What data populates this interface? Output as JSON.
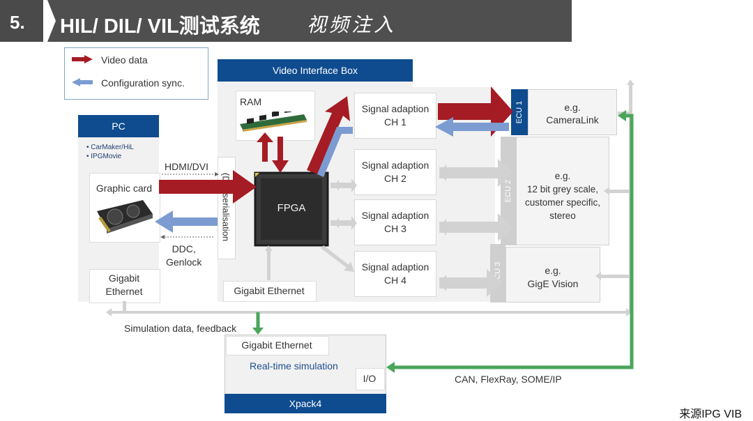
{
  "header": {
    "number": "5.",
    "title": "HIL/ DIL/ VIL测试系统",
    "subtitle": "视频注入"
  },
  "legend": {
    "video": "Video data",
    "config": "Configuration sync."
  },
  "pc": {
    "title": "PC",
    "bullets": [
      "CarMaker/HiL",
      "IPGMovie"
    ],
    "graphic_card": "Graphic card",
    "ethernet": "Gigabit Ethernet"
  },
  "links": {
    "hdmi": "HDMI/DVI",
    "ddc": "DDC,\nGenlock",
    "deserial": "(De-)serialisation",
    "sim_data": "Simulation data, feedback",
    "can": "CAN, FlexRay, SOME/IP"
  },
  "vib": {
    "title": "Video Interface Box",
    "ram": "RAM",
    "fpga": "FPGA",
    "ethernet": "Gigabit Ethernet",
    "channels": [
      "Signal adaption\nCH 1",
      "Signal adaption\nCH 2",
      "Signal adaption\nCH 3",
      "Signal adaption\nCH 4"
    ]
  },
  "ecus": [
    {
      "label": "ECU 1",
      "text": "e.g.\nCameraLink"
    },
    {
      "label": "ECU 2",
      "text": "e.g.\n12 bit grey scale,\ncustomer specific,\nstereo"
    },
    {
      "label": "ECU 3",
      "text": "e.g.\nGigE Vision"
    }
  ],
  "xpack": {
    "ethernet": "Gigabit Ethernet",
    "rts": "Real-time simulation",
    "io": "I/O",
    "title": "Xpack4"
  },
  "colors": {
    "video": "#a51c24",
    "config": "#7c9bd1",
    "green": "#4aa55a",
    "blue": "#0f4c8f"
  },
  "source": "来源IPG VIB"
}
